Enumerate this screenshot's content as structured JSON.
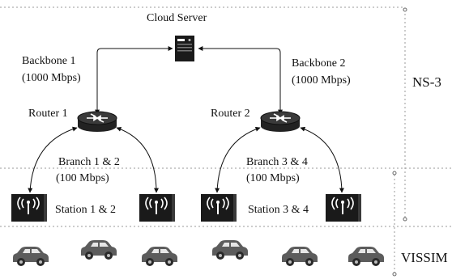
{
  "diagram": {
    "server": {
      "label": "Cloud Server"
    },
    "backbones": [
      {
        "label": "Backbone 1",
        "speed": "(1000 Mbps)"
      },
      {
        "label": "Backbone 2",
        "speed": "(1000 Mbps)"
      }
    ],
    "routers": [
      {
        "label": "Router 1"
      },
      {
        "label": "Router 2"
      }
    ],
    "branches": [
      {
        "label": "Branch 1 & 2",
        "speed": "(100 Mbps)"
      },
      {
        "label": "Branch 3 & 4",
        "speed": "(100 Mbps)"
      }
    ],
    "stations": [
      {
        "label": "Station 1 & 2"
      },
      {
        "label": "Station 3 & 4"
      }
    ],
    "layers": [
      {
        "label": "NS-3"
      },
      {
        "label": "VISSIM"
      }
    ],
    "vehicle_count": 6,
    "colors": {
      "line": "#111111",
      "dashed": "#9a9a9a",
      "device": "#1a1a1a",
      "car": "#5c5c5c",
      "car_window": "#e6e6e6"
    }
  }
}
